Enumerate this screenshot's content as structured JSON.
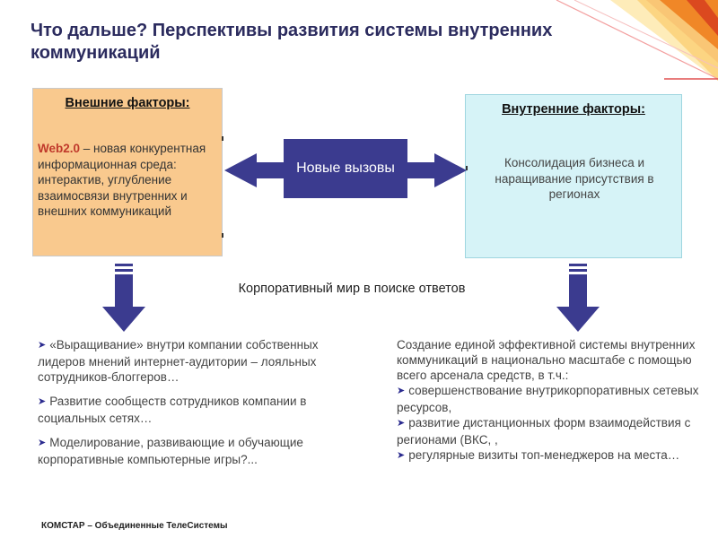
{
  "slide": {
    "title": "Что дальше? Перспективы развития системы внутренних коммуникаций",
    "external": {
      "heading": "Внешние факторы:",
      "highlight": "Web2.0",
      "text": " – новая конкурентная информационная среда: интерактив, углубление взаимосвязи внутренних и внешних коммуникаций"
    },
    "internal": {
      "heading": "Внутренние факторы:",
      "text": "Консолидация бизнеса и наращивание присутствия в регионах"
    },
    "center_label": "Новые вызовы",
    "caption": "Корпоративный мир в поиске ответов",
    "left_items": [
      "«Выращивание» внутри компании собственных лидеров мнений интернет-аудитории – лояльных сотрудников-блоггеров…",
      "Развитие сообществ сотрудников компании в социальных сетях…",
      "Моделирование, развивающие и обучающие корпоративные компьютерные игры?..."
    ],
    "right_intro": "Создание единой эффективной системы внутренних коммуникаций в национально масштабе с помощью всего арсенала средств, в т.ч.:",
    "right_items": [
      "совершенствование внутрикорпоративных сетевых ресурсов,",
      "развитие дистанционных форм взаимодействия с регионами (ВКС, ,",
      "регулярные визиты топ-менеджеров на места…"
    ],
    "footer": "КОМСТАР – Объединенные ТелеСистемы"
  },
  "icons": {
    "bullet": "check-bullet-icon",
    "down_arrow": "down-arrow-icon",
    "double_arrow": "double-arrow-icon"
  },
  "colors": {
    "title": "#2b2b5e",
    "external_box": "#f9c98e",
    "internal_box": "#d6f3f7",
    "arrow": "#3b3b8f",
    "web20": "#c0392b"
  }
}
